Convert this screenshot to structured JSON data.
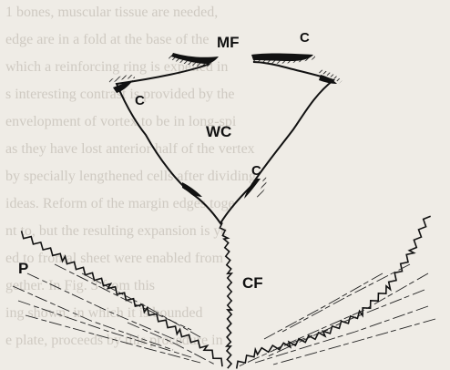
{
  "labels": {
    "mf": "MF",
    "c_top_right": "C",
    "c_left": "C",
    "wc": "WC",
    "c_lower": "C",
    "p": "P",
    "cf": "CF"
  },
  "colors": {
    "background": "#efece6",
    "ink": "#111111",
    "bleed_text": "#cfcac2"
  },
  "background_text_lines": [
    "1 bones, muscular tissue are needed,",
    "edge are in a fold at the base of the",
    "which a reinforcing ring is expelled in",
    "s interesting contrast is provided by the",
    "envelopment of vortex to be in long-spi",
    "as they have lost anterior half of the vertex",
    "by specially lengthened cells after dividing",
    "ideas. Reform of the margin edges toge",
    "nt to, but the resulting expansion is ye",
    "ed to frontal sheet were enabled from",
    "gether. In Fig. 3 from this",
    "ing shown, in which it is bounded",
    "e plate, proceeds by this procedure in"
  ]
}
